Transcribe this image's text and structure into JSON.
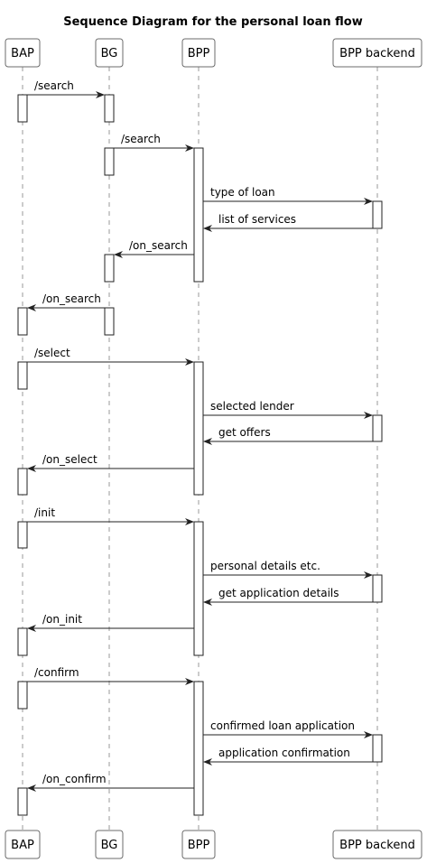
{
  "title": "Sequence Diagram for the personal loan flow",
  "participants": [
    {
      "id": "BAP",
      "label": "BAP"
    },
    {
      "id": "BG",
      "label": "BG"
    },
    {
      "id": "BPP",
      "label": "BPP"
    },
    {
      "id": "BPP_backend",
      "label": "BPP backend"
    }
  ],
  "messages": [
    {
      "from": "BAP",
      "to": "BG",
      "label": "/search"
    },
    {
      "from": "BG",
      "to": "BPP",
      "label": "/search"
    },
    {
      "from": "BPP",
      "to": "BPP_backend",
      "label": "type of loan"
    },
    {
      "from": "BPP_backend",
      "to": "BPP",
      "label": "list of services"
    },
    {
      "from": "BPP",
      "to": "BG",
      "label": "/on_search"
    },
    {
      "from": "BG",
      "to": "BAP",
      "label": "/on_search"
    },
    {
      "from": "BAP",
      "to": "BPP",
      "label": "/select"
    },
    {
      "from": "BPP",
      "to": "BPP_backend",
      "label": "selected lender"
    },
    {
      "from": "BPP_backend",
      "to": "BPP",
      "label": "get offers"
    },
    {
      "from": "BPP",
      "to": "BAP",
      "label": "/on_select"
    },
    {
      "from": "BAP",
      "to": "BPP",
      "label": "/init"
    },
    {
      "from": "BPP",
      "to": "BPP_backend",
      "label": "personal details etc."
    },
    {
      "from": "BPP_backend",
      "to": "BPP",
      "label": "get application details"
    },
    {
      "from": "BPP",
      "to": "BAP",
      "label": "/on_init"
    },
    {
      "from": "BAP",
      "to": "BPP",
      "label": "/confirm"
    },
    {
      "from": "BPP",
      "to": "BPP_backend",
      "label": "confirmed loan application"
    },
    {
      "from": "BPP_backend",
      "to": "BPP",
      "label": "application confirmation"
    },
    {
      "from": "BPP",
      "to": "BAP",
      "label": "/on_confirm"
    }
  ]
}
